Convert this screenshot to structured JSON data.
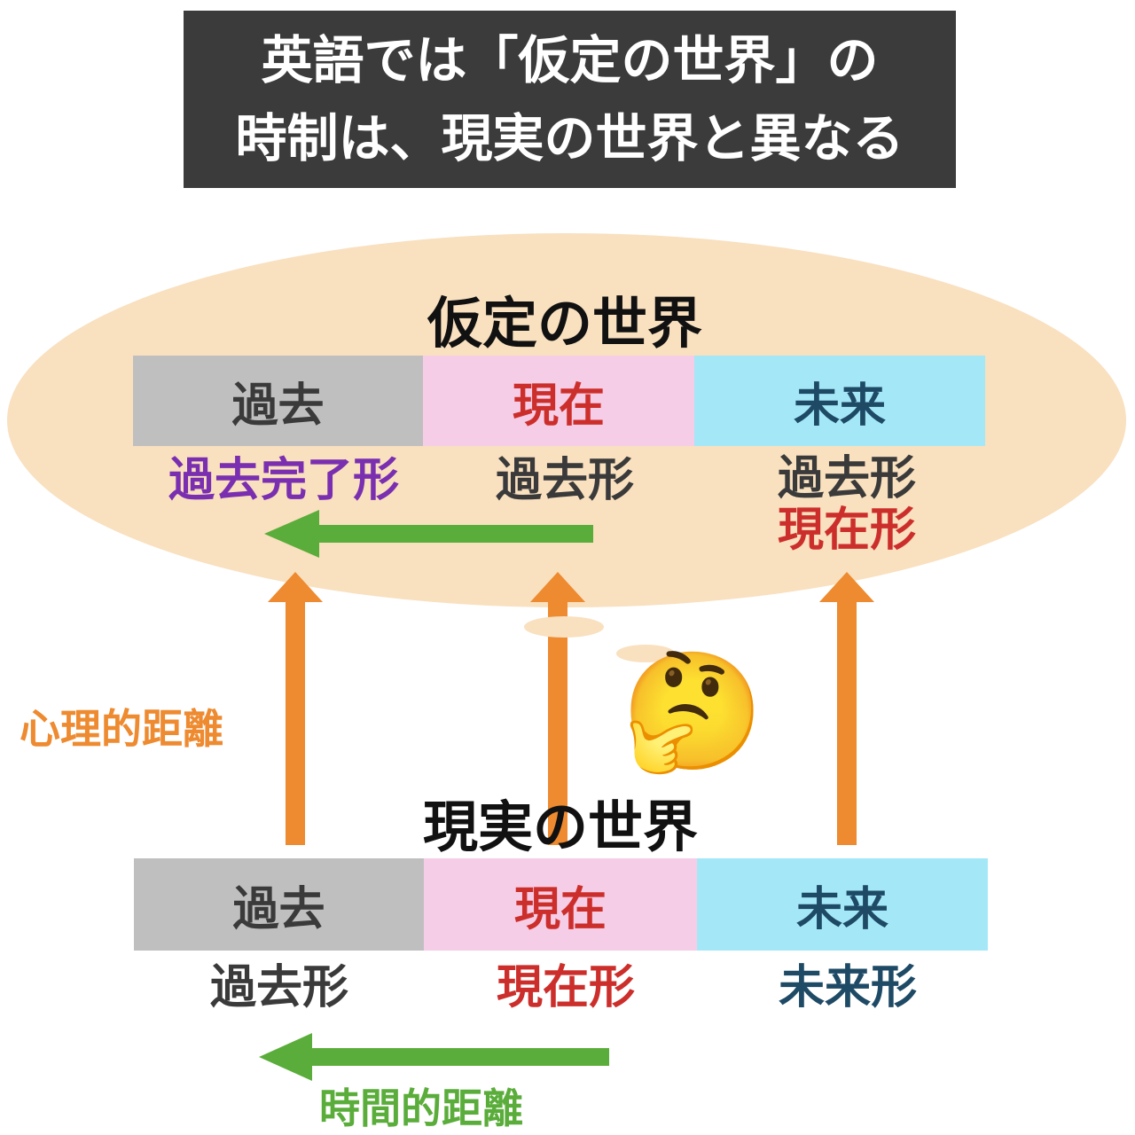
{
  "title": {
    "line1": "英語では「仮定の世界」の",
    "line2": "時制は、現実の世界と異なる"
  },
  "hypothetical": {
    "heading": "仮定の世界",
    "cells": {
      "past": "過去",
      "present": "現在",
      "future": "未来"
    },
    "forms": {
      "past": "過去完了形",
      "present": "過去形",
      "future_1": "過去形",
      "future_2": "現在形"
    }
  },
  "real": {
    "heading": "現実の世界",
    "cells": {
      "past": "過去",
      "present": "現在",
      "future": "未来"
    },
    "forms": {
      "past": "過去形",
      "present": "現在形",
      "future": "未来形"
    }
  },
  "labels": {
    "psychological_distance": "心理的距離",
    "temporal_distance": "時間的距離"
  },
  "emoji": "🤔",
  "colors": {
    "title_bg": "#3b3b3b",
    "ellipse": "#f9e0bf",
    "past_cell": "#bfbfbf",
    "present_cell": "#f6cde6",
    "future_cell": "#a4e8f8",
    "orange_arrow": "#ee8a2f",
    "green_arrow": "#5aad3a",
    "red_text": "#cc2f2b",
    "navy_text": "#1e4a66",
    "purple_text": "#7a2fb0"
  }
}
